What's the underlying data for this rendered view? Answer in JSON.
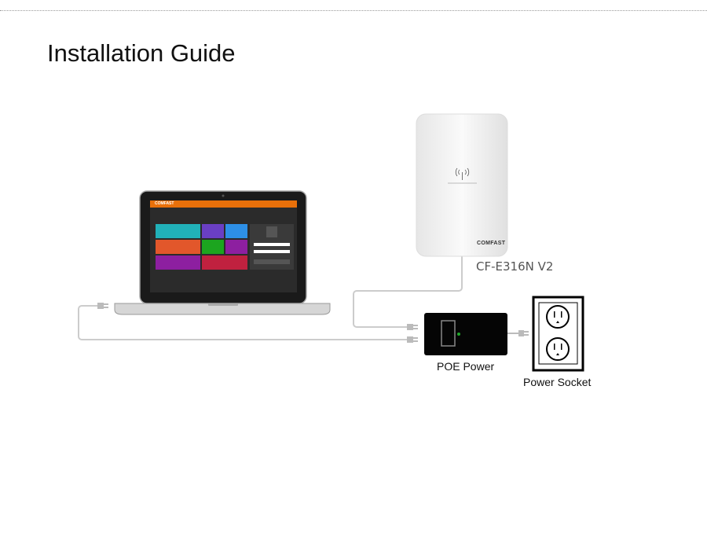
{
  "title": "Installation Guide",
  "devices": {
    "cpe_model": "CF-E316N V2",
    "poe_label": "POE Power",
    "socket_label": "Power Socket"
  },
  "logo": "COMFAST",
  "colors": {
    "screen_bar": "#e8700a",
    "poe_led": "#1fa82a",
    "tiles": [
      "#21b1b9",
      "#6a3fc4",
      "#2d8fe6",
      "#e2572b",
      "#1ca51f",
      "#8d1fa0",
      "#8d1fa0",
      "#c0213f"
    ]
  }
}
